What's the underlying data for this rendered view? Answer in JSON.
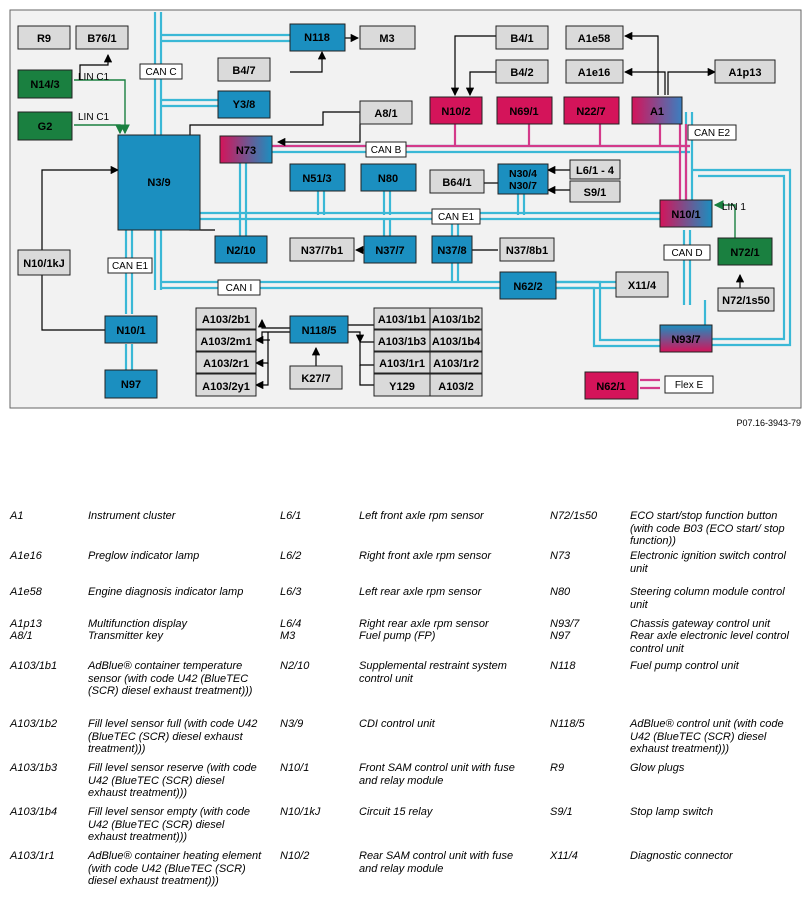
{
  "figure_ref": "P07.16-3943-79",
  "colors": {
    "bus": "#3ab8d6",
    "bus_light": "#b5e3ee",
    "flex": "#d43a8a",
    "node_blue": "#1b8fc0",
    "node_magenta": "#d4145a",
    "node_green": "#1a8040",
    "node_grey": "#dadada",
    "frame": "#f2f2f2"
  },
  "bus_labels": {
    "can_c": "CAN C",
    "can_b": "CAN B",
    "can_e1": "CAN E1",
    "can_e1_b": "CAN E1",
    "can_e2": "CAN E2",
    "can_d": "CAN D",
    "can_i": "CAN I",
    "lin_c1_a": "LIN C1",
    "lin_c1_b": "LIN C1",
    "lin_1": "LIN 1",
    "flex_e": "Flex E"
  },
  "nodes": {
    "R9": "R9",
    "B76_1": "B76/1",
    "N118": "N118",
    "M3": "M3",
    "B4_1": "B4/1",
    "B4_2": "B4/2",
    "A1e58": "A1e58",
    "A1e16": "A1e16",
    "A1p13": "A1p13",
    "N14_3": "N14/3",
    "G2": "G2",
    "B4_7": "B4/7",
    "Y3_8": "Y3/8",
    "A8_1": "A8/1",
    "N10_2": "N10/2",
    "N69_1": "N69/1",
    "N22_7": "N22/7",
    "A1": "A1",
    "N3_9": "N3/9",
    "N73": "N73",
    "N51_3": "N51/3",
    "N80": "N80",
    "B64_1": "B64/1",
    "N30_4": "N30/4",
    "N30_7": "N30/7",
    "L6_1_4": "L6/1 - 4",
    "S9_1": "S9/1",
    "N10_1_right": "N10/1",
    "N10_1kJ": "N10/1kJ",
    "N2_10": "N2/10",
    "N37_7b1": "N37/7b1",
    "N37_7": "N37/7",
    "N37_8": "N37/8",
    "N37_8b1": "N37/8b1",
    "N72_1": "N72/1",
    "N62_2": "N62/2",
    "X11_4": "X11/4",
    "N72_1s50": "N72/1s50",
    "N10_1_left": "N10/1",
    "N97": "N97",
    "A103_2b1": "A103/2b1",
    "A103_2m1": "A103/2m1",
    "A103_2r1": "A103/2r1",
    "A103_2y1": "A103/2y1",
    "N118_5": "N118/5",
    "K27_7": "K27/7",
    "A103_1b1": "A103/1b1",
    "A103_1b2": "A103/1b2",
    "A103_1b3": "A103/1b3",
    "A103_1b4": "A103/1b4",
    "A103_1r1": "A103/1r1",
    "A103_1r2": "A103/1r2",
    "Y129": "Y129",
    "A103_2": "A103/2",
    "N93_7": "N93/7",
    "N62_1": "N62/1"
  },
  "legend": [
    [
      {
        "code": "A1",
        "desc": "Instrument cluster"
      },
      {
        "code": "L6/1",
        "desc": "Left front axle rpm sensor"
      },
      {
        "code": "N72/1s50",
        "desc": "ECO start/stop function button (with code B03 (ECO start/ stop function))"
      }
    ],
    [
      {
        "code": "A1e16",
        "desc": "Preglow indicator lamp"
      },
      {
        "code": "L6/2",
        "desc": "Right front axle rpm sensor"
      },
      {
        "code": "N73",
        "desc": "Electronic ignition switch control unit"
      }
    ],
    [
      {
        "code": "A1e58",
        "desc": "Engine diagnosis indicator lamp"
      },
      {
        "code": "L6/3",
        "desc": "Left rear axle rpm sensor"
      },
      {
        "code": "N80",
        "desc": "Steering column module control unit"
      }
    ],
    [
      {
        "code": "A1p13",
        "desc": "Multifunction display"
      },
      {
        "code": "L6/4",
        "desc": "Right rear axle rpm sensor"
      },
      {
        "code": "N93/7",
        "desc": "Chassis gateway control unit"
      }
    ],
    [
      {
        "code": "A8/1",
        "desc": "Transmitter key"
      },
      {
        "code": "M3",
        "desc": "Fuel pump (FP)"
      },
      {
        "code": "N97",
        "desc": "Rear axle electronic level control control unit"
      }
    ],
    [
      {
        "code": "A103/1b1",
        "desc": "AdBlue® container temperature sensor (with code U42 (BlueTEC (SCR) diesel exhaust treatment)))"
      },
      {
        "code": "N2/10",
        "desc": "Supplemental restraint system control unit"
      },
      {
        "code": "N118",
        "desc": "Fuel pump control unit"
      }
    ],
    [
      {
        "code": "A103/1b2",
        "desc": "Fill level sensor full (with code U42 (BlueTEC (SCR) diesel exhaust treatment)))"
      },
      {
        "code": "N3/9",
        "desc": "CDI control unit"
      },
      {
        "code": "N118/5",
        "desc": "AdBlue® control unit (with code U42 (BlueTEC (SCR) diesel exhaust treatment)))"
      }
    ],
    [
      {
        "code": "A103/1b3",
        "desc": "Fill level sensor reserve (with code U42 (BlueTEC (SCR) diesel exhaust treatment)))"
      },
      {
        "code": "N10/1",
        "desc": "Front SAM control unit with fuse and relay module"
      },
      {
        "code": "R9",
        "desc": "Glow plugs"
      }
    ],
    [
      {
        "code": "A103/1b4",
        "desc": "Fill level sensor empty (with code U42 (BlueTEC (SCR) diesel exhaust treatment)))"
      },
      {
        "code": "N10/1kJ",
        "desc": "Circuit 15 relay"
      },
      {
        "code": "S9/1",
        "desc": "Stop lamp switch"
      }
    ],
    [
      {
        "code": "A103/1r1",
        "desc": "AdBlue® container heating element (with code U42 (BlueTEC (SCR) diesel exhaust treatment)))"
      },
      {
        "code": "N10/2",
        "desc": "Rear SAM control unit with fuse and relay module"
      },
      {
        "code": "X11/4",
        "desc": "Diagnostic connector"
      }
    ]
  ]
}
